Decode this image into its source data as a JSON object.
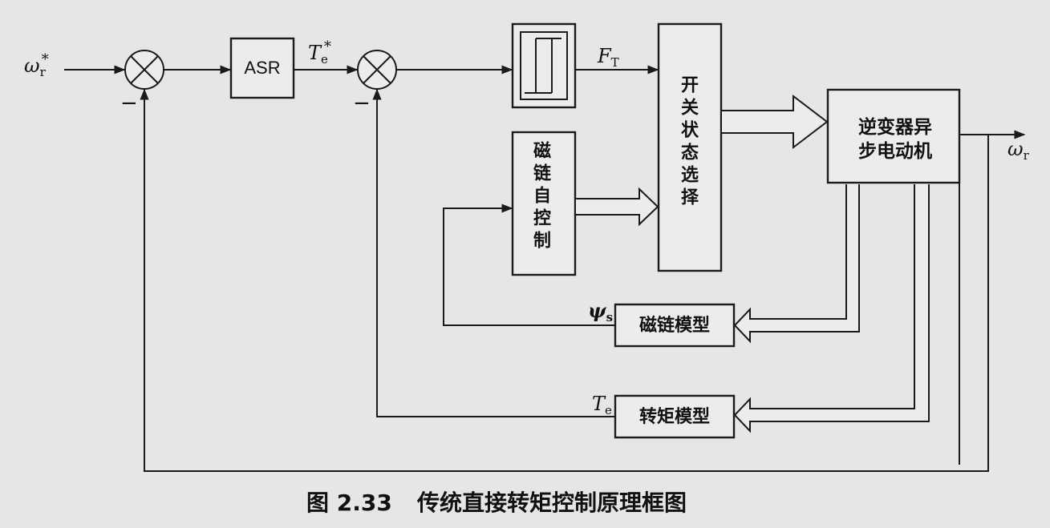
{
  "diagram": {
    "inputs": {
      "omega_ref": "ω",
      "omega_ref_sub": "r",
      "omega_ref_sup": "*"
    },
    "minus_sign": "−",
    "blocks": {
      "asr": "ASR",
      "flux_self_control": "磁链自控制",
      "switch_state_select": "开关状态选择",
      "inverter_motor": "逆变器异步电动机",
      "flux_model": "磁链模型",
      "torque_model": "转矩模型"
    },
    "signals": {
      "te_ref": "T",
      "te_ref_sub": "e",
      "te_ref_sup": "*",
      "ft": "F",
      "ft_sub": "T",
      "omega_out": "ω",
      "omega_out_sub": "r",
      "psi_s": "ψ",
      "psi_s_sub": "s",
      "te": "T",
      "te_sub": "e"
    },
    "caption_number": "图 2.33",
    "caption_title": "传统直接转矩控制原理框图"
  }
}
